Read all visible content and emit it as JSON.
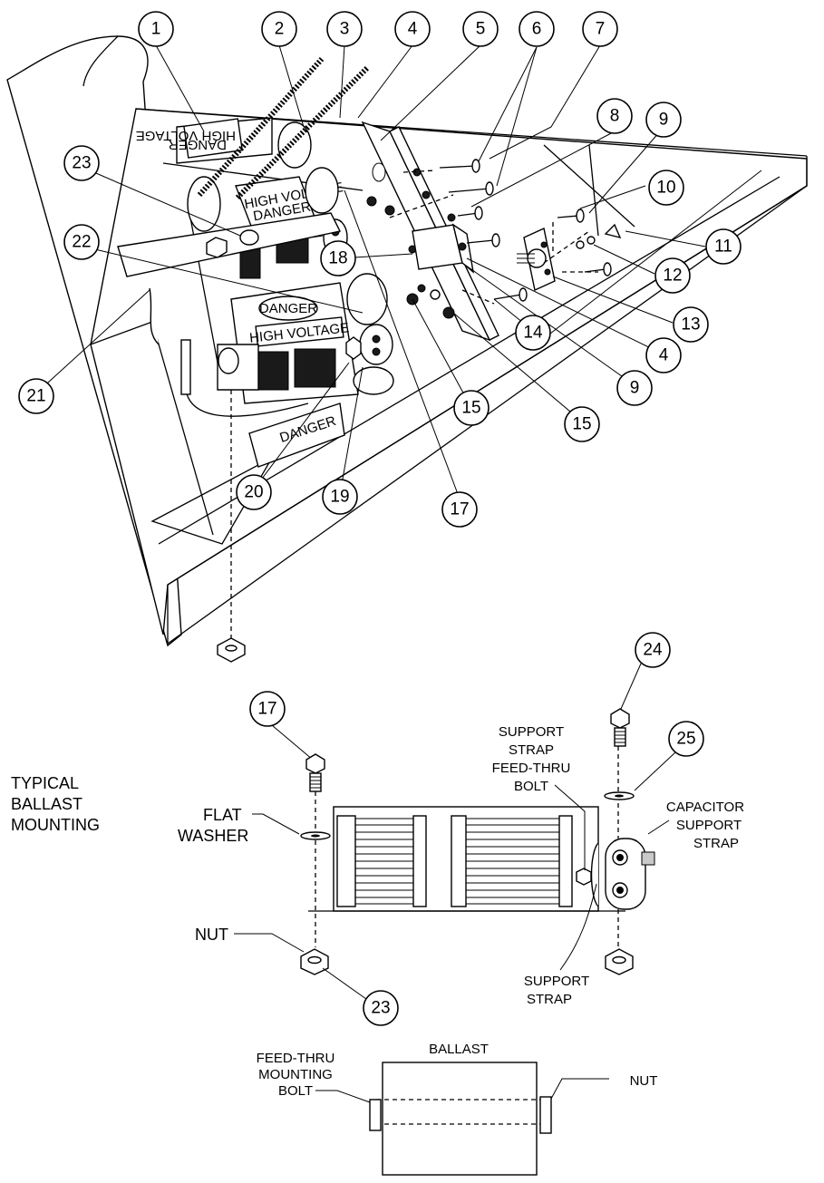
{
  "callouts": {
    "c1": "1",
    "c2": "2",
    "c3": "3",
    "c4a": "4",
    "c5": "5",
    "c6": "6",
    "c7": "7",
    "c8": "8",
    "c9a": "9",
    "c10": "10",
    "c11": "11",
    "c12": "12",
    "c13": "13",
    "c4b": "4",
    "c9b": "9",
    "c14": "14",
    "c15a": "15",
    "c15b": "15",
    "c17a": "17",
    "c18": "18",
    "c19": "19",
    "c20": "20",
    "c21": "21",
    "c22": "22",
    "c23a": "23",
    "c17b": "17",
    "c24": "24",
    "c25": "25",
    "c23b": "23"
  },
  "warning_labels": {
    "danger": "DANGER",
    "high_voltage": "HIGH VOLTAGE",
    "high_voltage_small": "HIGH VOLTAGE",
    "danger_partial": "DANGER"
  },
  "mounting_section": {
    "title_line1": "TYPICAL",
    "title_line2": "BALLAST",
    "title_line3": "MOUNTING",
    "flat_washer_line1": "FLAT",
    "flat_washer_line2": "WASHER",
    "nut": "NUT",
    "feed_thru_line1": "SUPPORT",
    "feed_thru_line2": "STRAP",
    "feed_thru_line3": "FEED-THRU",
    "feed_thru_line4": "BOLT",
    "cap_strap_line1": "CAPACITOR",
    "cap_strap_line2": "SUPPORT",
    "cap_strap_line3": "STRAP",
    "support_strap_line1": "SUPPORT",
    "support_strap_line2": "STRAP"
  },
  "ballast_section": {
    "ballast": "BALLAST",
    "bolt_line1": "FEED-THRU",
    "bolt_line2": "MOUNTING",
    "bolt_line3": "BOLT",
    "nut": "NUT"
  }
}
